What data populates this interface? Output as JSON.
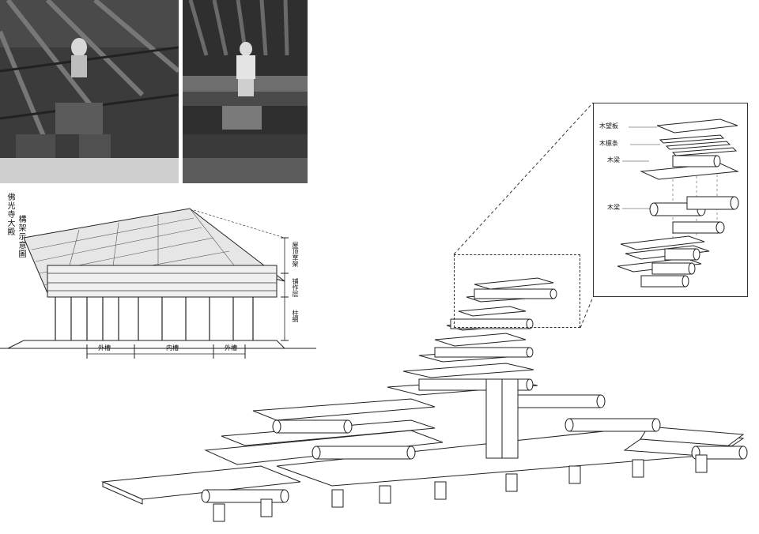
{
  "section": {
    "title": "佛光寺大殿",
    "subtitle": "構架示意圖",
    "right_labels": [
      "屋顶草架",
      "铺作层",
      "柱網"
    ],
    "bays": [
      "外槽",
      "内槽",
      "外槽"
    ]
  },
  "detail": {
    "labels": [
      "木望板",
      "木檩条",
      "木梁",
      "木梁"
    ]
  },
  "colors": {
    "line": "#222222",
    "photo_dark": "#2a2a2a",
    "background": "#ffffff"
  }
}
